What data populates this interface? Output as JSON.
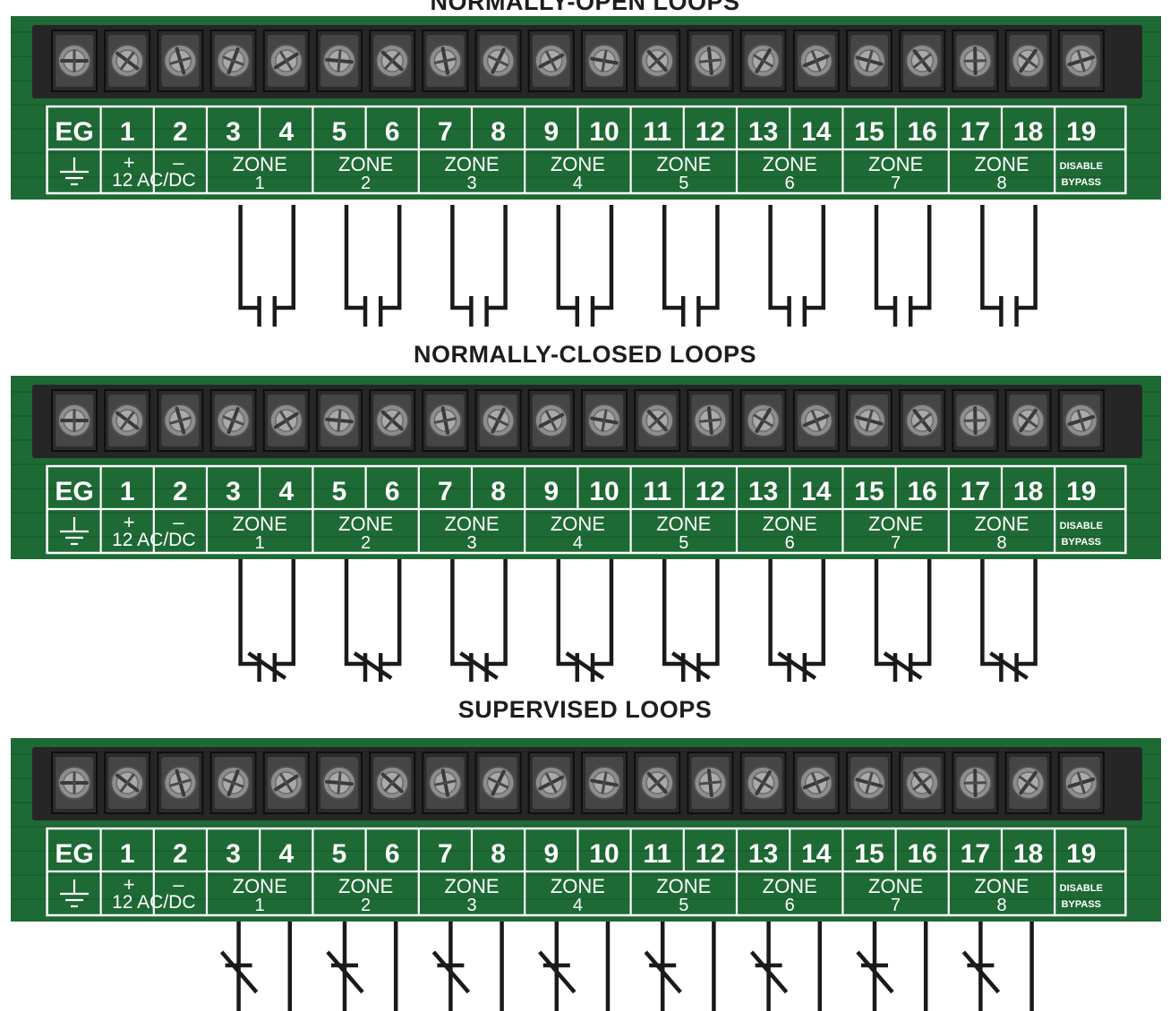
{
  "titles": {
    "normally_open": "NORMALLY-OPEN LOOPS",
    "normally_closed": "NORMALLY-CLOSED LOOPS",
    "supervised": "SUPERVISED LOOPS"
  },
  "terminals": [
    "EG",
    "1",
    "2",
    "3",
    "4",
    "5",
    "6",
    "7",
    "8",
    "9",
    "10",
    "11",
    "12",
    "13",
    "14",
    "15",
    "16",
    "17",
    "18",
    "19"
  ],
  "zone_word": "ZONE",
  "zones": [
    "1",
    "2",
    "3",
    "4",
    "5",
    "6",
    "7",
    "8"
  ],
  "power": {
    "plus": "+",
    "minus": "–",
    "label": "12 AC/DC"
  },
  "bypass": {
    "line1": "DISABLE",
    "line2": "BYPASS"
  },
  "colors": {
    "board": "#1e6a35",
    "board_dark": "#164f27",
    "block": "#262626",
    "screw": "#8d8d8d",
    "label_text": "#ffffff",
    "wire": "#1a1a1a"
  },
  "icons": {
    "ground": "ground-symbol-icon",
    "screw": "terminal-screw-icon"
  }
}
